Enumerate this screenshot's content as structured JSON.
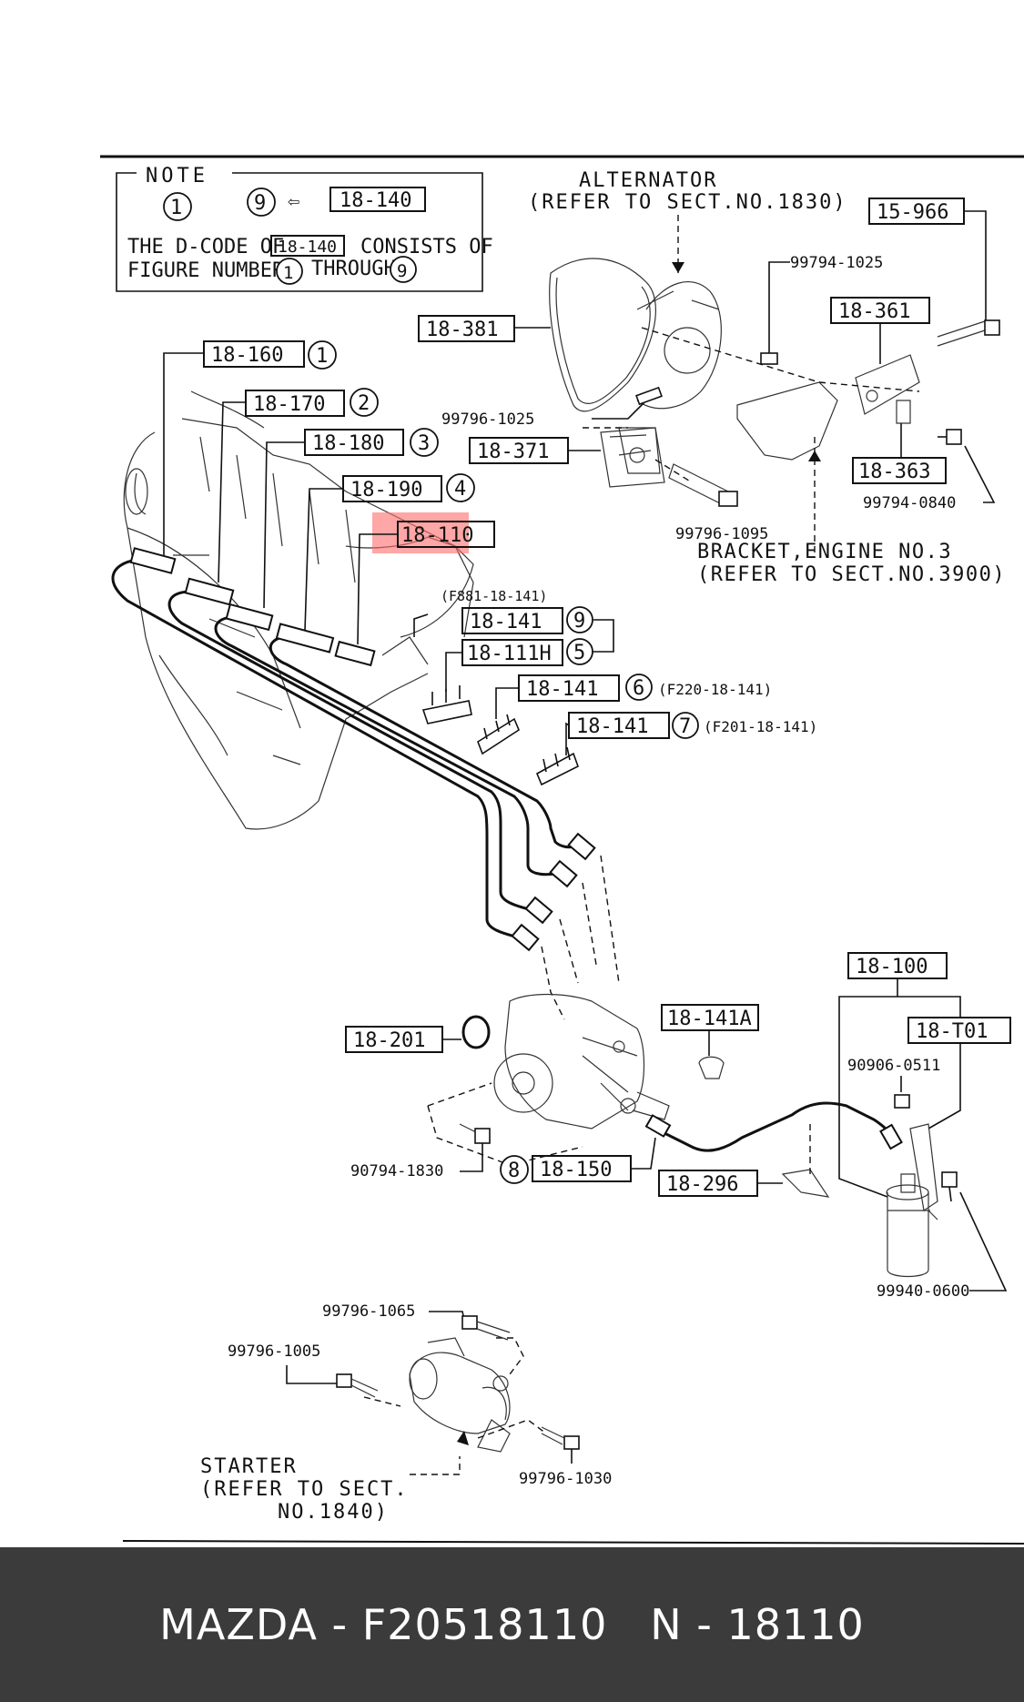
{
  "note": {
    "title": "NOTE",
    "fig_from": "1",
    "fig_to": "9",
    "arrow": "⇦",
    "ref": "18-140",
    "line1a": "THE D-CODE OF",
    "line1b": "CONSISTS OF",
    "line2a": "FIGURE NUMBERS",
    "line2b": "THROUGH"
  },
  "annotations": {
    "alternator": "ALTERNATOR",
    "alternator_ref": "(REFER TO SECT.NO.1830)",
    "bracket": "BRACKET,ENGINE NO.3",
    "bracket_ref": "(REFER TO SECT.NO.3900)",
    "starter": "STARTER",
    "starter_ref1": "(REFER TO SECT.",
    "starter_ref2": "NO.1840)",
    "f881": "(F881-18-141)",
    "f220": "(F220-18-141)",
    "f201": "(F201-18-141)"
  },
  "parts": {
    "p18_160": "18-160",
    "p18_170": "18-170",
    "p18_180": "18-180",
    "p18_190": "18-190",
    "p18_110": "18-110",
    "p18_141_a": "18-141",
    "p18_111h": "18-111H",
    "p18_141_b": "18-141",
    "p18_141_c": "18-141",
    "p18_381": "18-381",
    "p18_371": "18-371",
    "p15_966": "15-966",
    "p18_361": "18-361",
    "p18_363": "18-363",
    "p18_100": "18-100",
    "p18_t01": "18-T01",
    "p18_141a": "18-141A",
    "p18_201": "18-201",
    "p18_150": "18-150",
    "p18_296": "18-296"
  },
  "figures": {
    "f1": "1",
    "f2": "2",
    "f3": "3",
    "f4": "4",
    "f9": "9",
    "f5": "5",
    "f6": "6",
    "f7": "7",
    "f8": "8"
  },
  "bolts": {
    "b99794_1025": "99794-1025",
    "b99796_1025": "99796-1025",
    "b99796_1095": "99796-1095",
    "b99794_0840": "99794-0840",
    "b90906_0511": "90906-0511",
    "b90794_1830": "90794-1830",
    "b99940_0600": "99940-0600",
    "b99796_1065": "99796-1065",
    "b99796_1005": "99796-1005",
    "b99796_1030": "99796-1030"
  },
  "highlight_color": "#ff6b6b",
  "caption": "MAZDA - F20518110   N - 18110"
}
